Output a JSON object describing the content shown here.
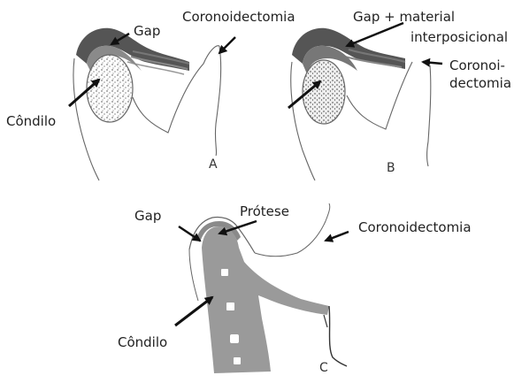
{
  "panel_a": {
    "label_gap": "Gap",
    "label_coronoidectomia": "Coronoidectomia",
    "label_condilo": "Côndilo",
    "letter": "A"
  },
  "panel_b": {
    "label_gap_material_line1": "Gap + material",
    "label_gap_material_line2": "interposicional",
    "label_coronoidectomia_line1": "Coronoi-",
    "label_coronoidectomia_line2": "dectomia",
    "letter": "B"
  },
  "panel_c": {
    "label_gap": "Gap",
    "label_protese": "Prótese",
    "label_coronoidectomia": "Coronoidectomia",
    "label_condilo": "Côndilo",
    "letter": "C"
  },
  "colors": {
    "fossa_dark": "#555555",
    "gap_mid": "#8a8a8a",
    "prosthesis": "#9a9a9a",
    "outline": "#666666",
    "stipple": "#444444"
  }
}
